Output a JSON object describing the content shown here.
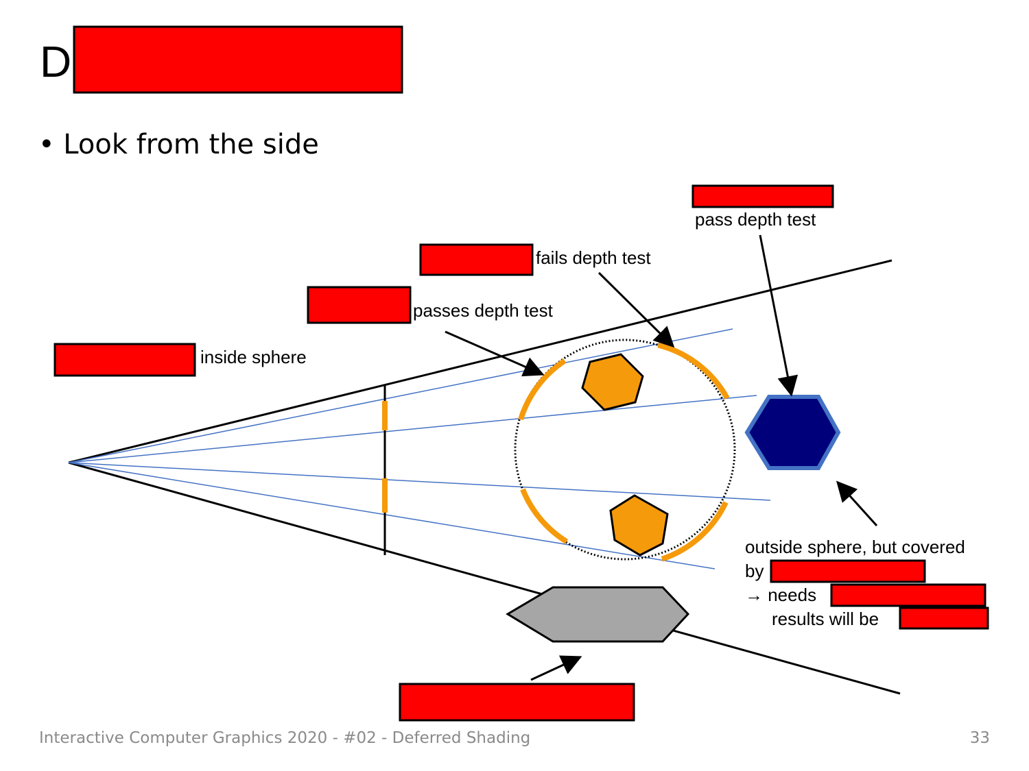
{
  "slide": {
    "title_prefix": "D",
    "bullet": "• Look from the side",
    "footer": "Interactive Computer Graphics 2020 - #02 - Deferred Shading",
    "page_number": "33"
  },
  "diagram": {
    "label_pass_top": "pass depth test",
    "label_fails": "fails depth test",
    "label_passes": "passes depth test",
    "label_inside": "inside sphere",
    "label_outside_1": "outside sphere, but covered",
    "label_outside_2": "by",
    "label_outside_3": "→ needs",
    "label_outside_4": "results will be",
    "colors": {
      "redaction": "#ff0000",
      "orange": "#f59a0a",
      "navy": "#00007a",
      "navy_outline": "#4472c4",
      "gray": "#a6a6a6",
      "ray": "#4472c4"
    }
  }
}
